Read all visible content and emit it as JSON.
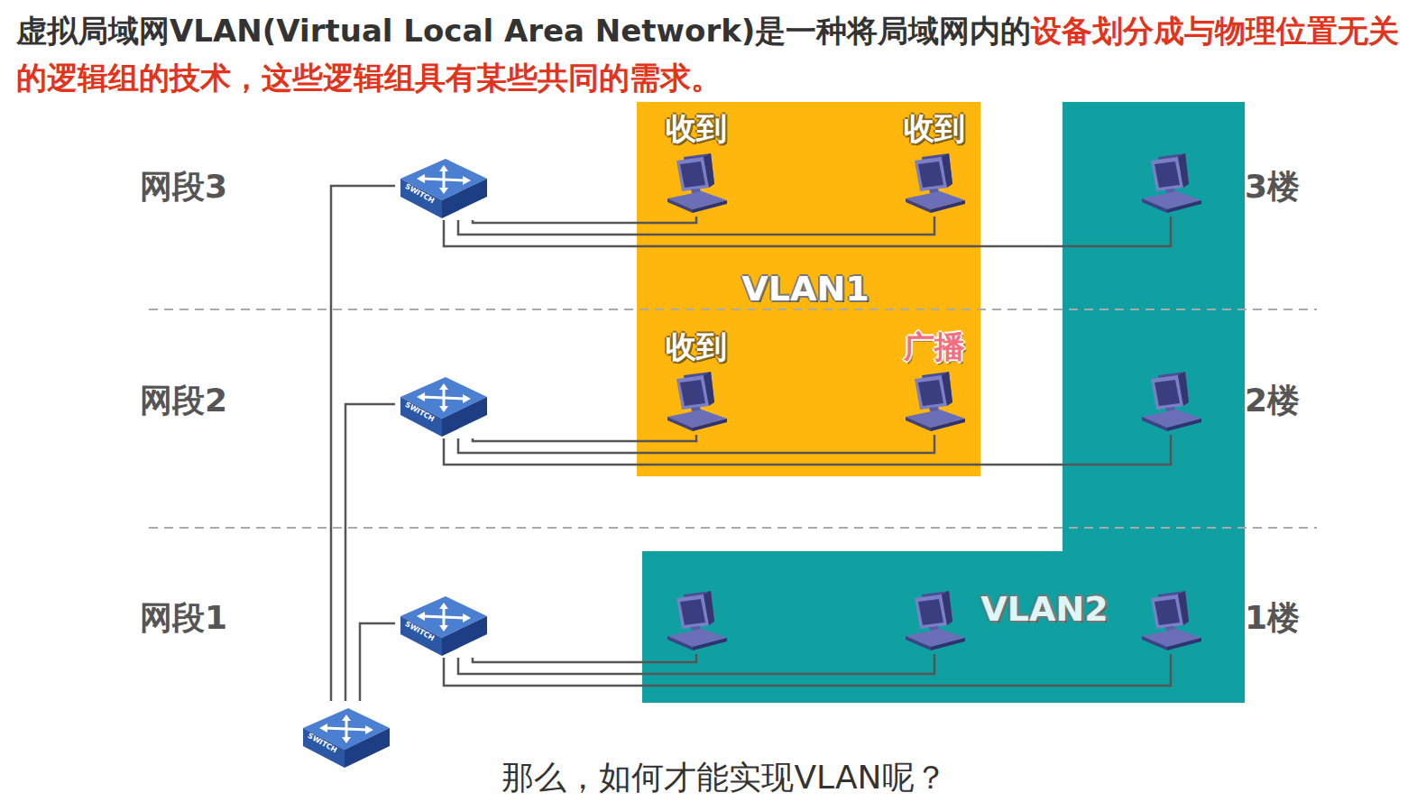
{
  "diagram": {
    "title": "虚拟局域网VLAN(Virtual Local Area Network)是一种将局域网内的",
    "caption": "那么，如何才能实现VLAN呢？",
    "nodes": [
      {
        "text": [
          "VLAN1"
        ]
      },
      {
        "text": [
          "收到"
        ],
        "in": 0
      },
      {
        "text": [
          "收到"
        ],
        "in": 0
      },
      {
        "text": [
          "收到"
        ],
        "in": 0
      },
      {
        "text": [
          "广播"
        ],
        "in": 0
      },
      {
        "text": [
          "VLAN2"
        ]
      },
      {
        "text": [
          "SWITCH"
        ]
      },
      {
        "text": [
          "SWITCH"
        ]
      },
      {
        "text": [
          "SWITCH"
        ]
      },
      {
        "text": [
          "SWITCH"
        ]
      }
    ],
    "edges": [
      {
        "from": 9,
        "to": 6,
        "arrow": "none"
      },
      {
        "from": 9,
        "to": 7,
        "arrow": "none"
      },
      {
        "from": 9,
        "to": 8,
        "arrow": "none"
      },
      {
        "from": 6,
        "to": 1,
        "arrow": "none"
      },
      {
        "from": 6,
        "to": 2,
        "arrow": "none"
      },
      {
        "from": 7,
        "to": 3,
        "arrow": "none"
      },
      {
        "from": 7,
        "to": 4,
        "arrow": "none"
      }
    ],
    "labels": [
      "设备划分成与物理位置无关的逻辑组的技术，这些逻辑组具有某些共同的需求。",
      "网段3",
      "3楼",
      "网段2",
      "2楼",
      "网段1",
      "1楼"
    ]
  }
}
